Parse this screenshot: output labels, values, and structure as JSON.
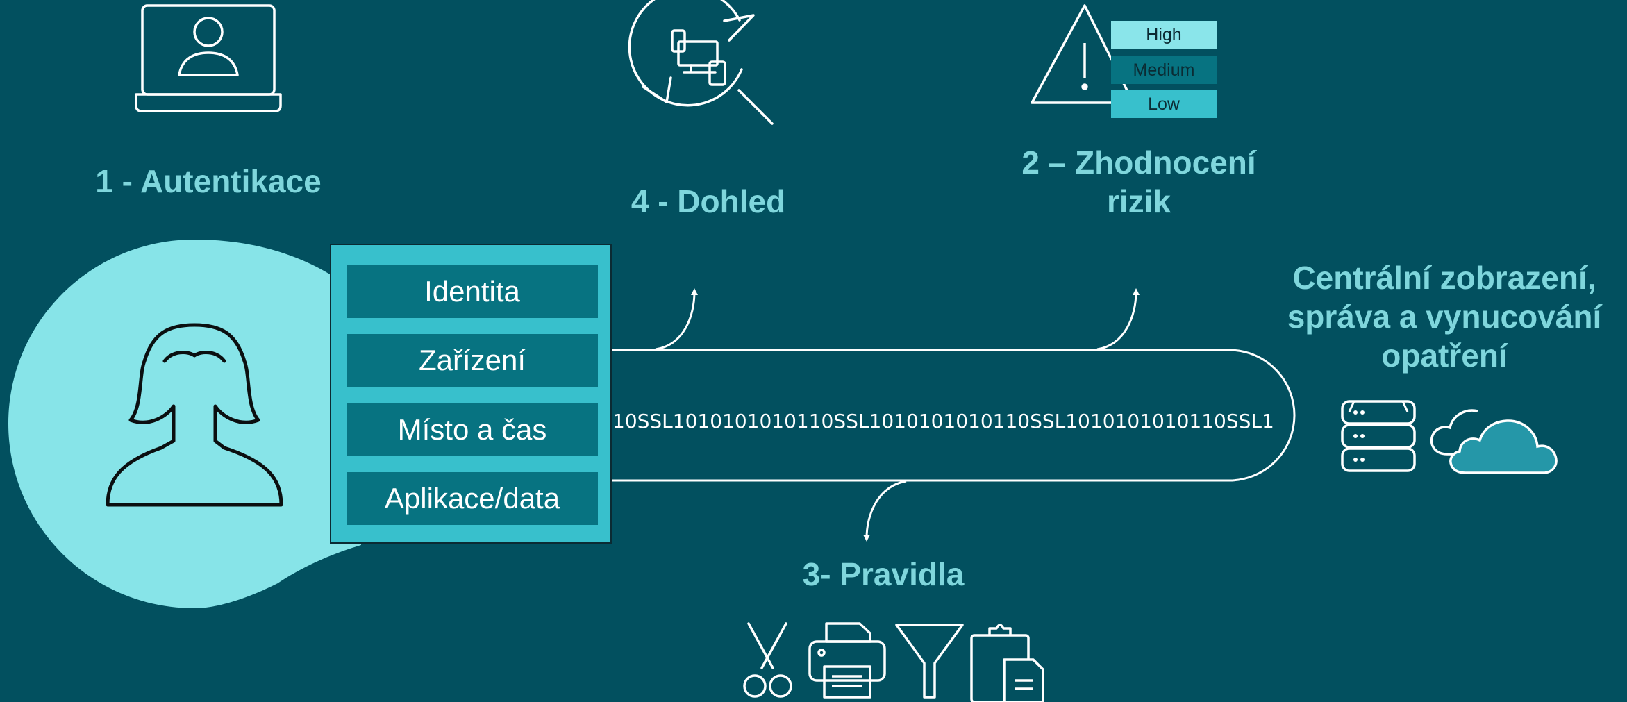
{
  "steps": {
    "authentication": "1 - Autentikace",
    "monitoring": "4 - Dohled",
    "risk_line1": "2 – Zhodnocení",
    "risk_line2": "rizik",
    "rules": "3- Pravidla"
  },
  "central": {
    "line1": "Centrální zobrazení,",
    "line2": "správa a vynucování",
    "line3": "opatření"
  },
  "attributes": [
    "Identita",
    "Zařízení",
    "Místo a čas",
    "Aplikace/data"
  ],
  "risk_levels": [
    "High",
    "Medium",
    "Low"
  ],
  "data_stream": "10SSL1010101010110SSL1010101010110SSL1010101010110SSL1",
  "colors": {
    "background": "#02505f",
    "accent_light": "#7fd6dc",
    "accent_mid": "#38c0cc",
    "accent_dark": "#077381",
    "risk_high": "#8ae5ea",
    "risk_medium": "#077381",
    "risk_low": "#38c0cc"
  },
  "icons": [
    "laptop-user-icon",
    "monitoring-icon",
    "warning-icon",
    "user-icon",
    "server-icon",
    "cloud-icon",
    "scissors-icon",
    "printer-icon",
    "filter-icon",
    "clipboard-icon"
  ]
}
